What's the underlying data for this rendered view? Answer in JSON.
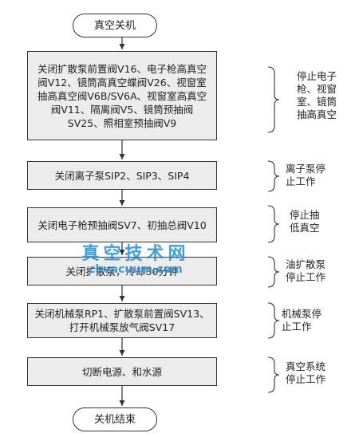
{
  "start": "真空关机",
  "end": "关机结束",
  "steps": [
    {
      "text": "关闭扩散泵前置阀V16、电子枪高真空阀V12、镜筒高真空蝶阀V26、视窗室抽高真空阀V6B/SV6A、视窗室高真空阀V11、隔离阀V5、镜筒预抽阀SV25、照相室预抽阀V9",
      "note": "停止电子\n枪、视窗\n室、镜筒\n抽高真空"
    },
    {
      "text": "关闭离子泵SIP2、SIP3、SIP4",
      "note": "离子泵停\n止工作"
    },
    {
      "text": "关闭电子枪预抽阀SV7、初抽总阀V10",
      "note": "停止抽\n低真空"
    },
    {
      "text": "关闭扩散泵，冷却30分钟",
      "note": "油扩散泵\n停止工作"
    },
    {
      "text": "关闭机械泵RP1、扩散泵前置阀SV13、打开机械泵放气阀SV17",
      "note": "机械泵停\n止工作"
    },
    {
      "text": "切断电源、和水源",
      "note": "真空系统\n停止工作"
    }
  ],
  "watermark": {
    "cn": "真空技术网",
    "en": "chvacuum.com"
  },
  "colors": {
    "box_fill": "#ececec",
    "line": "#333333",
    "watermark": "#1e8fd9"
  }
}
